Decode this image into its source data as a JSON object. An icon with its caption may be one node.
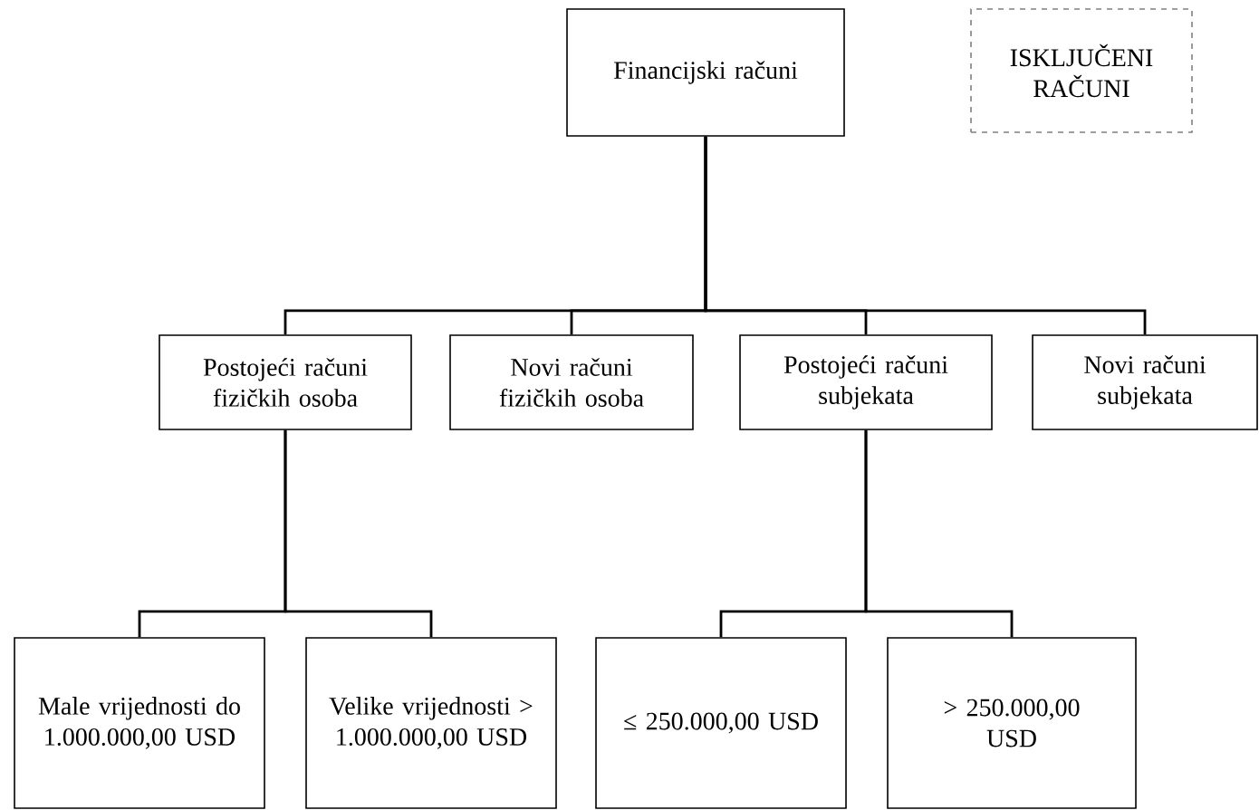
{
  "diagram": {
    "nodes": [
      {
        "text": [
          "Financijski računi"
        ]
      },
      {
        "text": [
          "ISKLJUČENI RAČUNI"
        ]
      },
      {
        "text": [
          "Postojeći računi fizičkih osoba"
        ]
      },
      {
        "text": [
          "Novi računi fizičkih osoba"
        ]
      },
      {
        "text": [
          "Postojeći računi subjekata"
        ]
      },
      {
        "text": [
          "Novi računi subjekata"
        ]
      },
      {
        "text": [
          "Male vrijednosti do 1.000.000,00 USD"
        ]
      },
      {
        "text": [
          "Velike vrijednosti > 1.000.000,00 USD"
        ]
      },
      {
        "text": [
          "≤ 250.000,00 USD"
        ]
      },
      {
        "text": [
          "> 250.000,00 USD"
        ]
      }
    ],
    "edges": [
      {
        "from": 0,
        "to": 2,
        "arrow": "none"
      },
      {
        "from": 0,
        "to": 3,
        "arrow": "none"
      },
      {
        "from": 0,
        "to": 4,
        "arrow": "none"
      },
      {
        "from": 0,
        "to": 5,
        "arrow": "none"
      },
      {
        "from": 2,
        "to": 6,
        "arrow": "none"
      },
      {
        "from": 2,
        "to": 7,
        "arrow": "none"
      },
      {
        "from": 4,
        "to": 8,
        "arrow": "none"
      },
      {
        "from": 4,
        "to": 9,
        "arrow": "none"
      }
    ]
  }
}
